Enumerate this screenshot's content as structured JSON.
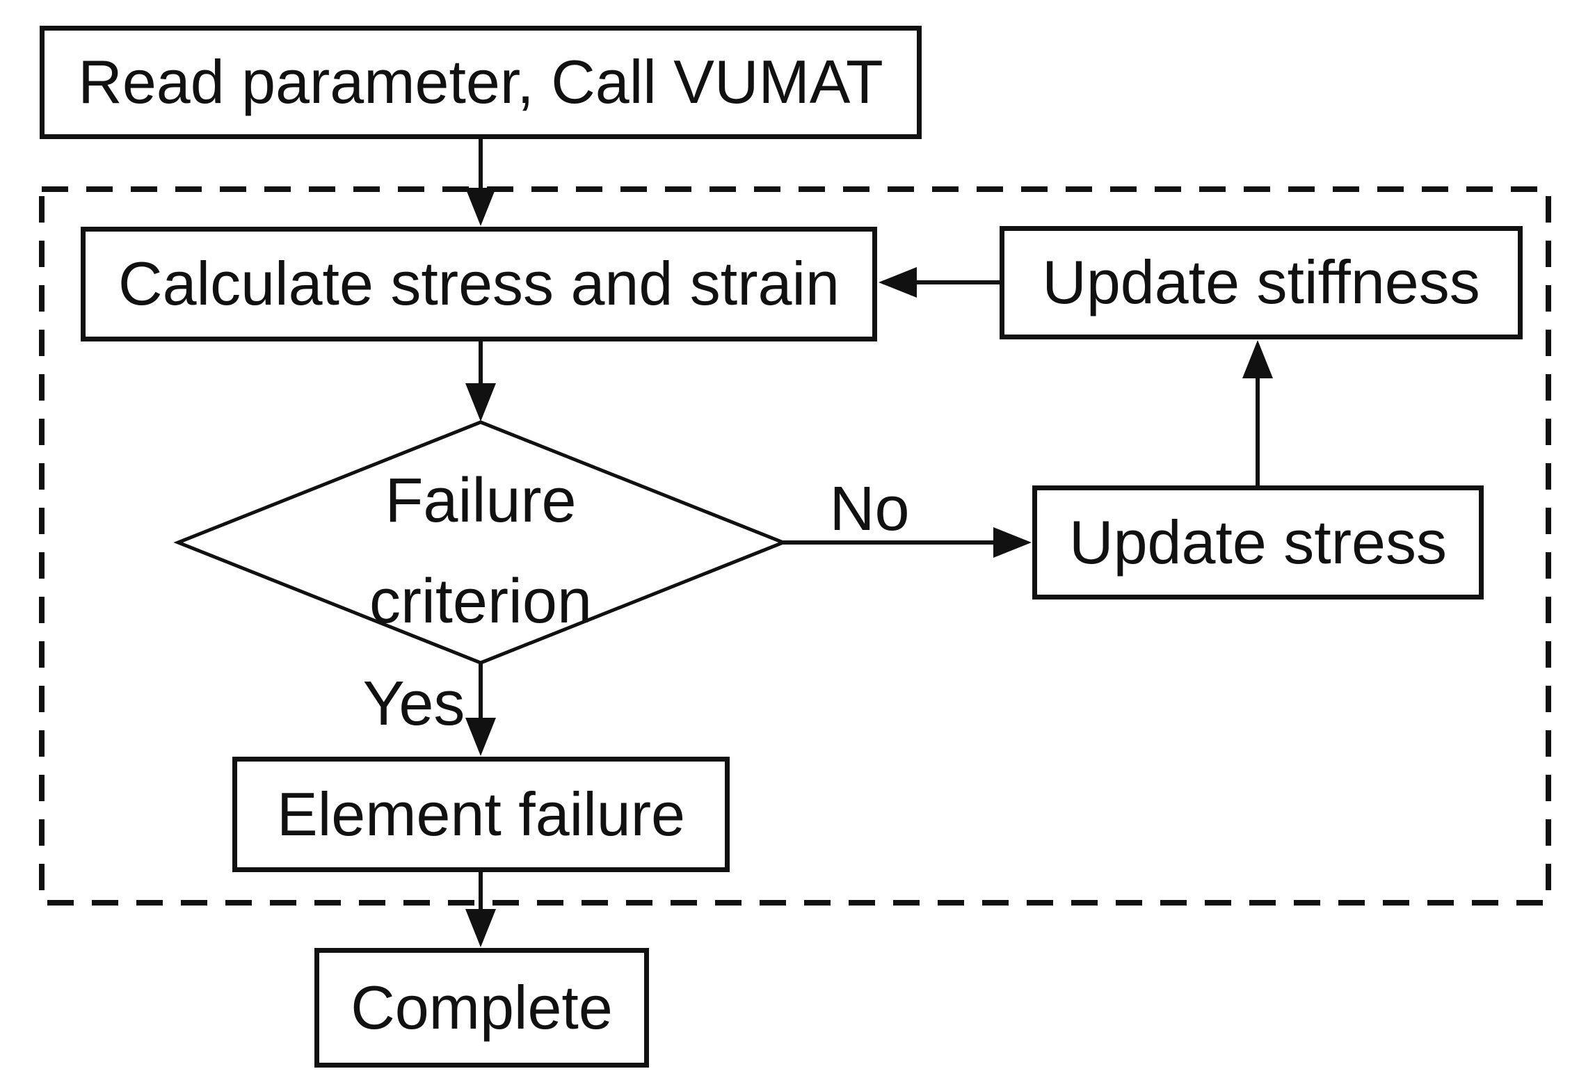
{
  "diagram": {
    "title_hint": "VUMAT subroutine flowchart",
    "nodes": {
      "read": {
        "label": "Read parameter, Call VUMAT"
      },
      "calculate": {
        "label": "Calculate stress and strain"
      },
      "update_stiffness": {
        "label": "Update stiffness"
      },
      "update_stress": {
        "label": "Update stress"
      },
      "failure_criterion": {
        "line1": "Failure",
        "line2": "criterion"
      },
      "element_failure": {
        "label": "Element failure"
      },
      "complete": {
        "label": "Complete"
      }
    },
    "edge_labels": {
      "no": "No",
      "yes": "Yes"
    },
    "colors": {
      "stroke": "#111111",
      "background": "#ffffff",
      "text": "#111111"
    }
  }
}
